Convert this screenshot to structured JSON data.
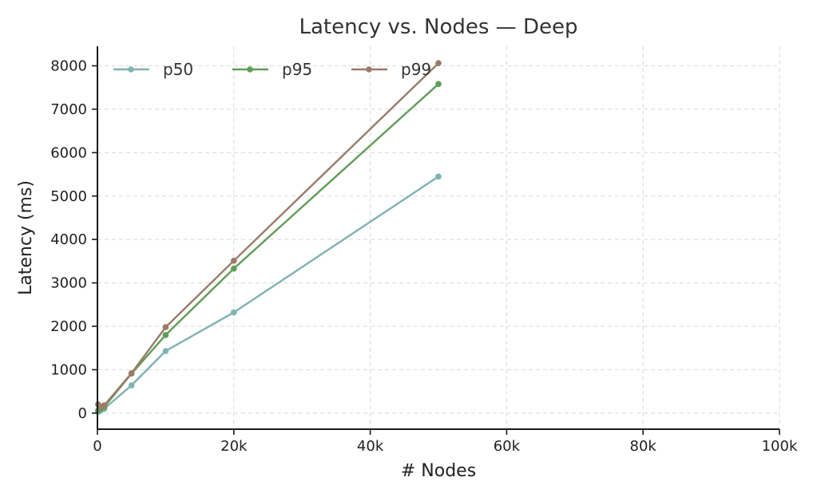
{
  "chart_data": {
    "type": "line",
    "title": "Latency vs. Nodes — Deep",
    "xlabel": "# Nodes",
    "ylabel": "Latency (ms)",
    "xlim": [
      0,
      100000
    ],
    "ylim": [
      -370,
      8450
    ],
    "x_ticks": [
      {
        "value": 0,
        "label": "0"
      },
      {
        "value": 20000,
        "label": "20k"
      },
      {
        "value": 40000,
        "label": "40k"
      },
      {
        "value": 60000,
        "label": "60k"
      },
      {
        "value": 80000,
        "label": "80k"
      },
      {
        "value": 100000,
        "label": "100k"
      }
    ],
    "y_ticks": [
      {
        "value": 0,
        "label": "0"
      },
      {
        "value": 1000,
        "label": "1000"
      },
      {
        "value": 2000,
        "label": "2000"
      },
      {
        "value": 3000,
        "label": "3000"
      },
      {
        "value": 4000,
        "label": "4000"
      },
      {
        "value": 5000,
        "label": "5000"
      },
      {
        "value": 6000,
        "label": "6000"
      },
      {
        "value": 7000,
        "label": "7000"
      },
      {
        "value": 8000,
        "label": "8000"
      }
    ],
    "grid": true,
    "legend_position": "top-left",
    "x": [
      100,
      500,
      1000,
      5000,
      10000,
      20000,
      50000
    ],
    "series": [
      {
        "name": "p50",
        "color": "#7ab5b2",
        "values": [
          30,
          60,
          100,
          640,
          1430,
          2320,
          5450
        ]
      },
      {
        "name": "p95",
        "color": "#5aa150",
        "values": [
          60,
          100,
          140,
          910,
          1800,
          3330,
          7580
        ]
      },
      {
        "name": "p99",
        "color": "#9d7a66",
        "values": [
          200,
          140,
          180,
          920,
          1980,
          3510,
          8060
        ]
      }
    ]
  }
}
